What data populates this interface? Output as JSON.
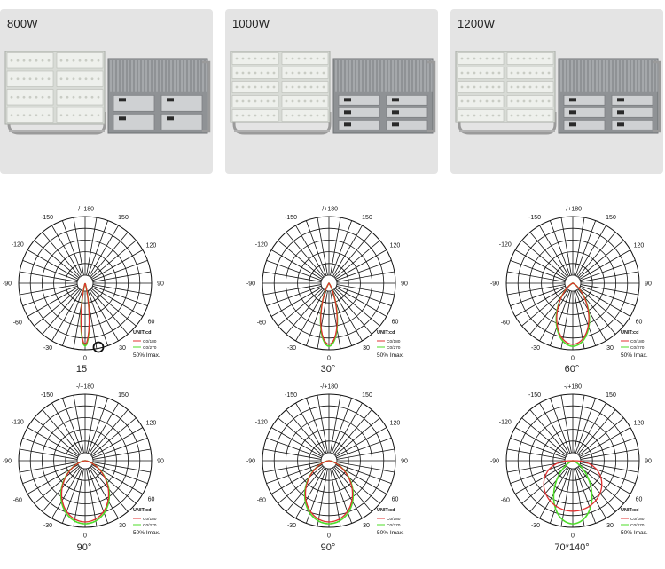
{
  "products": [
    {
      "title": "800W"
    },
    {
      "title": "1000W"
    },
    {
      "title": "1200W"
    }
  ],
  "colors": {
    "card_bg": "#e4e4e4",
    "curve_c0": "#e03030",
    "curve_c90": "#4ddc2a",
    "grid": "#111111",
    "marker": "#111111"
  },
  "polar_common": {
    "angle_labels": {
      "top": "-/+180",
      "upper_left": "-150",
      "upper_right": "150",
      "mid_upper_left": "-120",
      "mid_upper_right": "120",
      "left": "-90",
      "right": "90",
      "lower_left_60": "-60",
      "lower_right_60": "60",
      "lower_left_30": "-30",
      "lower_right_30": "30",
      "bottom": "0"
    },
    "unit_label": "UNIT:cd",
    "legend": [
      "C0/180",
      "C0/270"
    ],
    "imax_label": "50% Imax."
  },
  "chart_data": [
    {
      "type": "polar",
      "caption": "15",
      "c0_half_beam_deg": 7.5,
      "c90_half_beam_deg": 7.5,
      "marker": true
    },
    {
      "type": "polar",
      "caption": "30°",
      "c0_half_beam_deg": 15,
      "c90_half_beam_deg": 15
    },
    {
      "type": "polar",
      "caption": "60°",
      "c0_half_beam_deg": 30,
      "c90_half_beam_deg": 30
    },
    {
      "type": "polar",
      "caption": "90°",
      "c0_half_beam_deg": 45,
      "c90_half_beam_deg": 45
    },
    {
      "type": "polar",
      "caption": "90°",
      "c0_half_beam_deg": 45,
      "c90_half_beam_deg": 45
    },
    {
      "type": "polar",
      "caption": "70*140°",
      "c0_half_beam_deg": 70,
      "c90_half_beam_deg": 35
    }
  ]
}
